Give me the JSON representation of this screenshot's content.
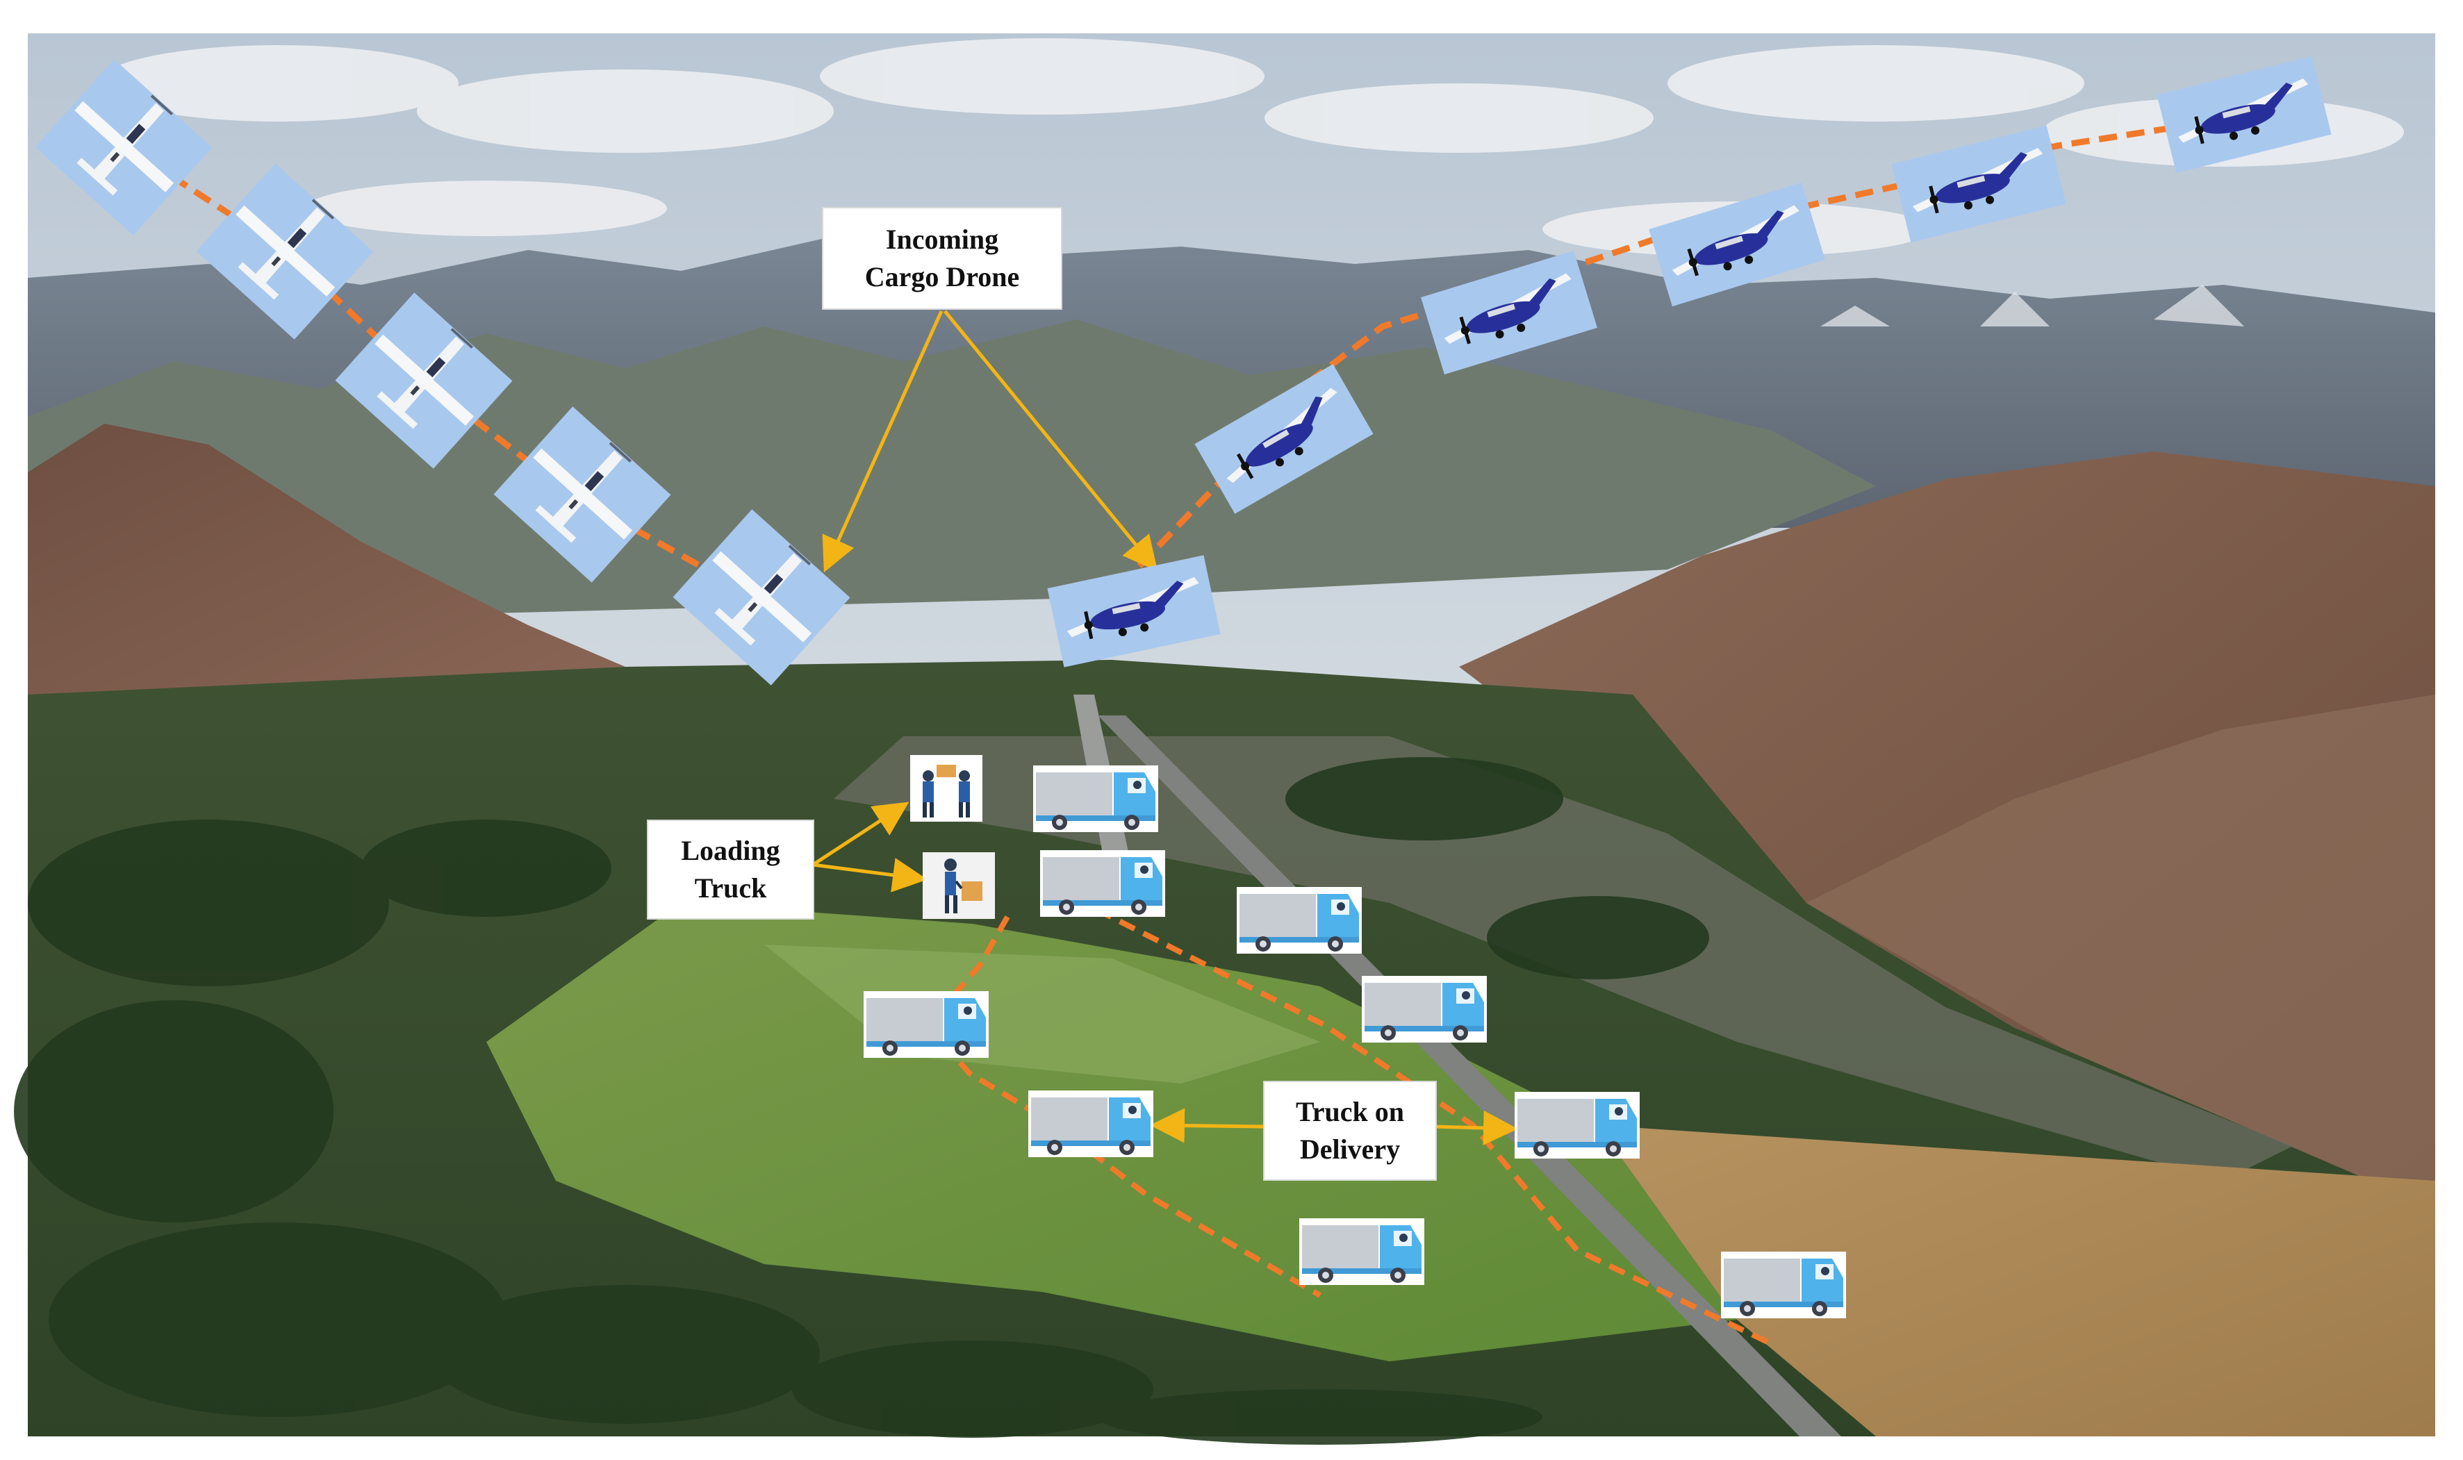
{
  "labels": {
    "incoming_cargo_drone": [
      "Incoming",
      "Cargo Drone"
    ],
    "loading_truck": [
      "Loading",
      "Truck"
    ],
    "truck_on_delivery": [
      "Truck on",
      "Delivery"
    ]
  },
  "colors": {
    "route_dashed": "#f07a2a",
    "callout_arrow": "#f3b515",
    "drone_tile": "#a9c8ee",
    "truck_cab": "#4fb2ea",
    "truck_cargo": "#c7ccd3",
    "aircraft_body": "#27309a",
    "label_bg": "#ffffff"
  },
  "icons": {
    "drone": "cargo-drone-aircraft-icon",
    "truck": "delivery-truck-icon",
    "loading": "worker-loading-boxes-icon"
  }
}
